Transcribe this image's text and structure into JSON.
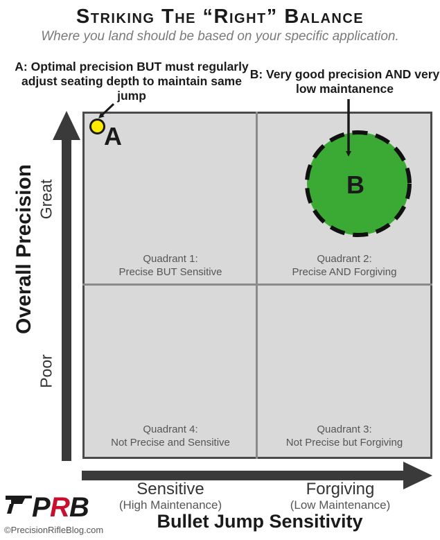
{
  "header": {
    "title": "Striking The “Right” Balance",
    "subtitle": "Where you land should be based on your specific application."
  },
  "callouts": {
    "a": "A: Optimal precision BUT must regularly adjust seating depth to maintain same jump",
    "b": "B: Very good precision AND very low maintanence"
  },
  "quadrants": [
    {
      "name": "Quadrant 1:",
      "desc": "Precise BUT Sensitive"
    },
    {
      "name": "Quadrant 2:",
      "desc": "Precise AND Forgiving"
    },
    {
      "name": "Quadrant 3:",
      "desc": "Not Precise but Forgiving"
    },
    {
      "name": "Quadrant 4:",
      "desc": "Not Precise and Sensitive"
    }
  ],
  "points": {
    "a": {
      "label": "A",
      "color": "#ffea00"
    },
    "b": {
      "label": "B",
      "color": "#3aaa35"
    }
  },
  "axes": {
    "y_title": "Overall Precision",
    "y_great": "Great",
    "y_poor": "Poor",
    "x_title": "Bullet Jump Sensitivity",
    "x_sensitive": "Sensitive",
    "x_sensitive_sub": "(High Maintenance)",
    "x_forgiving": "Forgiving",
    "x_forgiving_sub": "(Low Maintenance)"
  },
  "logo": {
    "text": "PRB",
    "caption": "©PrecisionRifleBlog.com"
  },
  "colors": {
    "axis": "#3a3a3a",
    "grid_fill": "#d9d9d9",
    "logo_red": "#c8102e"
  }
}
